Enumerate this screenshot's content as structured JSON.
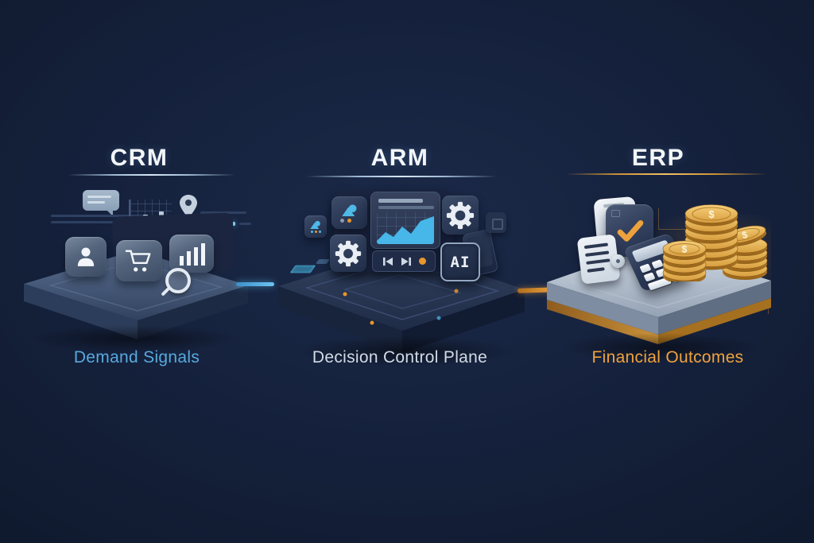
{
  "meta": {
    "kind": "isometric process diagram",
    "background_color": "#15213c"
  },
  "sections": [
    {
      "id": "crm",
      "title": "CRM",
      "caption": "Demand Signals",
      "caption_color": "#58a9de",
      "underline_color": "#9db9d4",
      "platform_style": "dark blue slab",
      "icons": [
        "speech-bubble",
        "mini-bar-chart",
        "location-pin",
        "circuit-traces",
        "user",
        "shopping-cart",
        "bar-chart",
        "magnifier"
      ]
    },
    {
      "id": "arm",
      "title": "ARM",
      "caption": "Decision Control Plane",
      "caption_color": "#d2dae5",
      "underline_color": "#9db9d4",
      "chip_text": "AI",
      "platform_style": "dark navy slab",
      "icons": [
        "analytics-dashboard",
        "area-chart",
        "gear",
        "gear",
        "ai-chip",
        "media-controls",
        "mountain-tile",
        "mountain-tile-small",
        "device",
        "square-tile"
      ]
    },
    {
      "id": "erp",
      "title": "ERP",
      "caption": "Financial Outcomes",
      "caption_color": "#f0a23c",
      "underline_color": "#e3a44a",
      "coin_symbol": "$",
      "platform_style": "light gray slab with gold edge",
      "icons": [
        "document-card",
        "wallet-check",
        "receipt",
        "tag",
        "calculator",
        "coin-stacks"
      ]
    }
  ],
  "connectors": [
    {
      "from": "CRM",
      "to": "ARM",
      "color": "#54b4e8"
    },
    {
      "from": "ARM",
      "to": "ERP",
      "color": "#e8962e"
    }
  ]
}
